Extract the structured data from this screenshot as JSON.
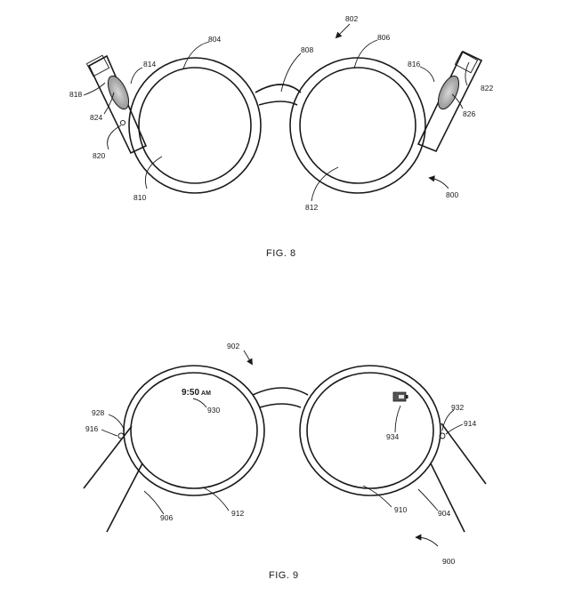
{
  "fig8": {
    "caption": "FIG. 8",
    "refs": {
      "r802": "802",
      "r804": "804",
      "r806": "806",
      "r808": "808",
      "r814": "814",
      "r816": "816",
      "r818": "818",
      "r822": "822",
      "r824": "824",
      "r826": "826",
      "r820": "820",
      "r810": "810",
      "r812": "812",
      "r800": "800"
    }
  },
  "fig9": {
    "caption": "FIG. 9",
    "time": "9:50",
    "ampm": "AM",
    "refs": {
      "r902": "902",
      "r930": "930",
      "r928": "928",
      "r916": "916",
      "r932": "932",
      "r914": "914",
      "r934": "934",
      "r906": "906",
      "r912": "912",
      "r910": "910",
      "r904": "904",
      "r900": "900"
    }
  }
}
